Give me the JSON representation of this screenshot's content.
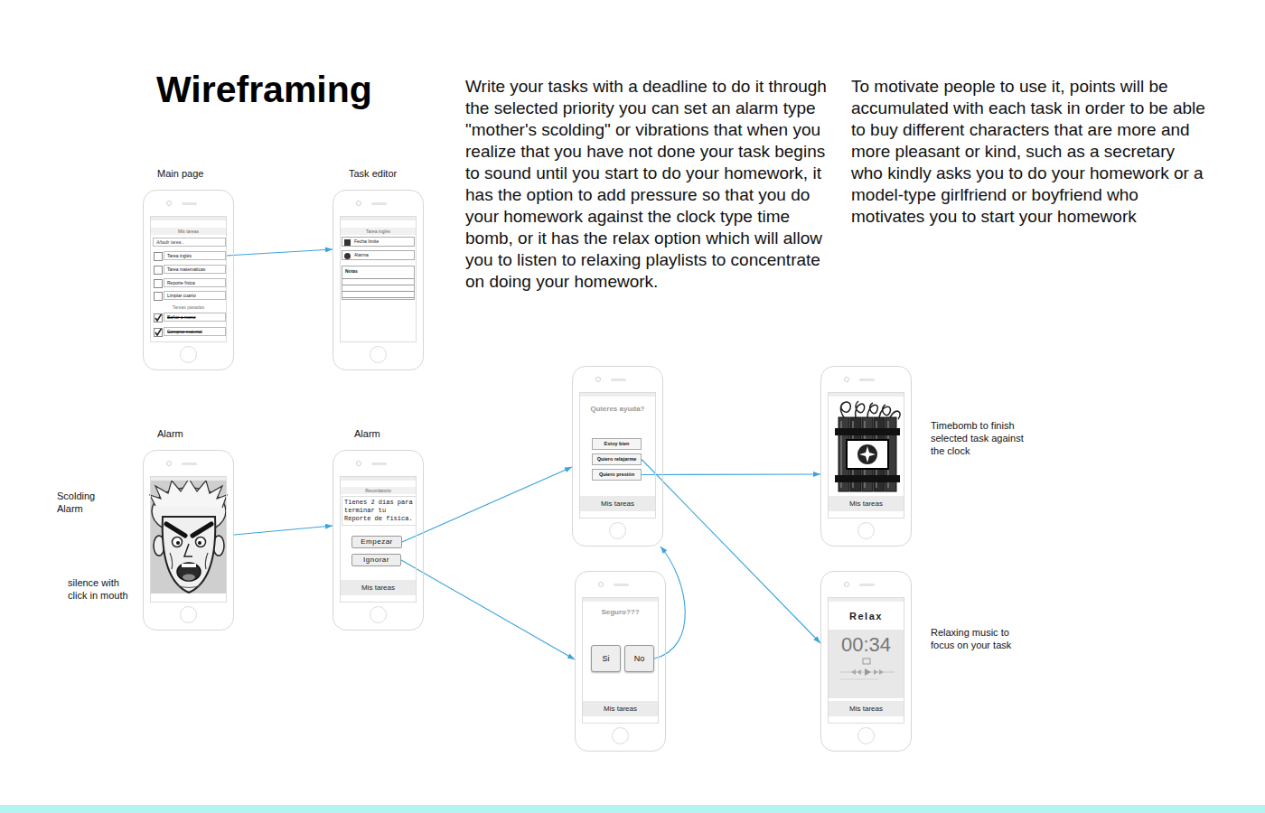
{
  "diagram": {
    "title": "Wireframing",
    "nodes": [
      {
        "text": [
          "Main page",
          "Mis tareas"
        ]
      },
      {
        "text": [
          "Añadir tarea..."
        ],
        "in": 0
      },
      {
        "text": [
          "Tarea inglés"
        ],
        "in": 0
      },
      {
        "text": [
          "Tarea matemáticas"
        ],
        "in": 0
      },
      {
        "text": [
          "Reporte física"
        ],
        "in": 0
      },
      {
        "text": [
          "Limpiar cuarto"
        ],
        "in": 0
      },
      {
        "text": [
          "Bañar a mono"
        ],
        "in": 0
      },
      {
        "text": [
          "Comprar material"
        ],
        "in": 0
      },
      {
        "text": [
          "Task editor",
          "Tarea inglés"
        ]
      },
      {
        "text": [
          "Fecha límite"
        ],
        "in": 8
      },
      {
        "text": [
          "Alarma"
        ],
        "in": 8
      },
      {
        "text": [
          "Notas"
        ],
        "in": 8
      },
      {
        "text": [
          "Alarm"
        ]
      },
      {
        "text": [
          "Alarm",
          "Recordatorio",
          "Mis tareas"
        ]
      },
      {
        "text": [
          "Tienes 2 días para terminar tu Reporte de física."
        ],
        "in": 13
      },
      {
        "text": [
          "Empezar"
        ],
        "in": 13
      },
      {
        "text": [
          "Ignorar"
        ],
        "in": 13
      },
      {
        "text": [
          "Quieres ayuda?",
          "Mis tareas"
        ]
      },
      {
        "text": [
          "Estoy bien"
        ],
        "in": 17
      },
      {
        "text": [
          "Quiero relajarme"
        ],
        "in": 17
      },
      {
        "text": [
          "Quiero presión"
        ],
        "in": 17
      },
      {
        "text": [
          "Seguro???",
          "Mis tareas"
        ]
      },
      {
        "text": [
          "Si"
        ],
        "in": 21
      },
      {
        "text": [
          "No"
        ],
        "in": 21
      },
      {
        "text": [
          "Mis tareas"
        ]
      },
      {
        "text": [
          "Relax",
          "00:34",
          "Mis tareas"
        ]
      }
    ],
    "edges": [
      {
        "from": 2,
        "to": 8,
        "arrow": "to"
      },
      {
        "from": 12,
        "to": 13,
        "arrow": "to"
      },
      {
        "from": 15,
        "to": 17,
        "arrow": "to"
      },
      {
        "from": 16,
        "to": 21,
        "arrow": "to"
      },
      {
        "from": 23,
        "to": 17,
        "arrow": "to"
      },
      {
        "from": 20,
        "to": 24,
        "arrow": "to"
      },
      {
        "from": 19,
        "to": 25,
        "arrow": "to"
      }
    ],
    "labels": [
      "Write your tasks with a deadline to do it through the selected priority you can set an alarm type \"mother's scolding\" or vibrations that when you realize that you have not done your task begins to sound until you start to do your homework, it has the option to add pressure so that you do your homework against the clock type time bomb, or it has the relax option which will allow you to listen to relaxing playlists to concentrate on doing your homework.",
      "To motivate people to use it, points will be accumulated with each task in order to be able to buy different characters that are more and more pleasant or kind, such as a secretary who kindly asks you to do your homework or a model-type girlfriend or boyfriend who motivates you to start your homework",
      "Tareas pasadas",
      "Scolding Alarm",
      "silence with click in mouth",
      "Timebomb to finish selected task against the clock",
      "Relaxing music to focus on your task"
    ]
  }
}
